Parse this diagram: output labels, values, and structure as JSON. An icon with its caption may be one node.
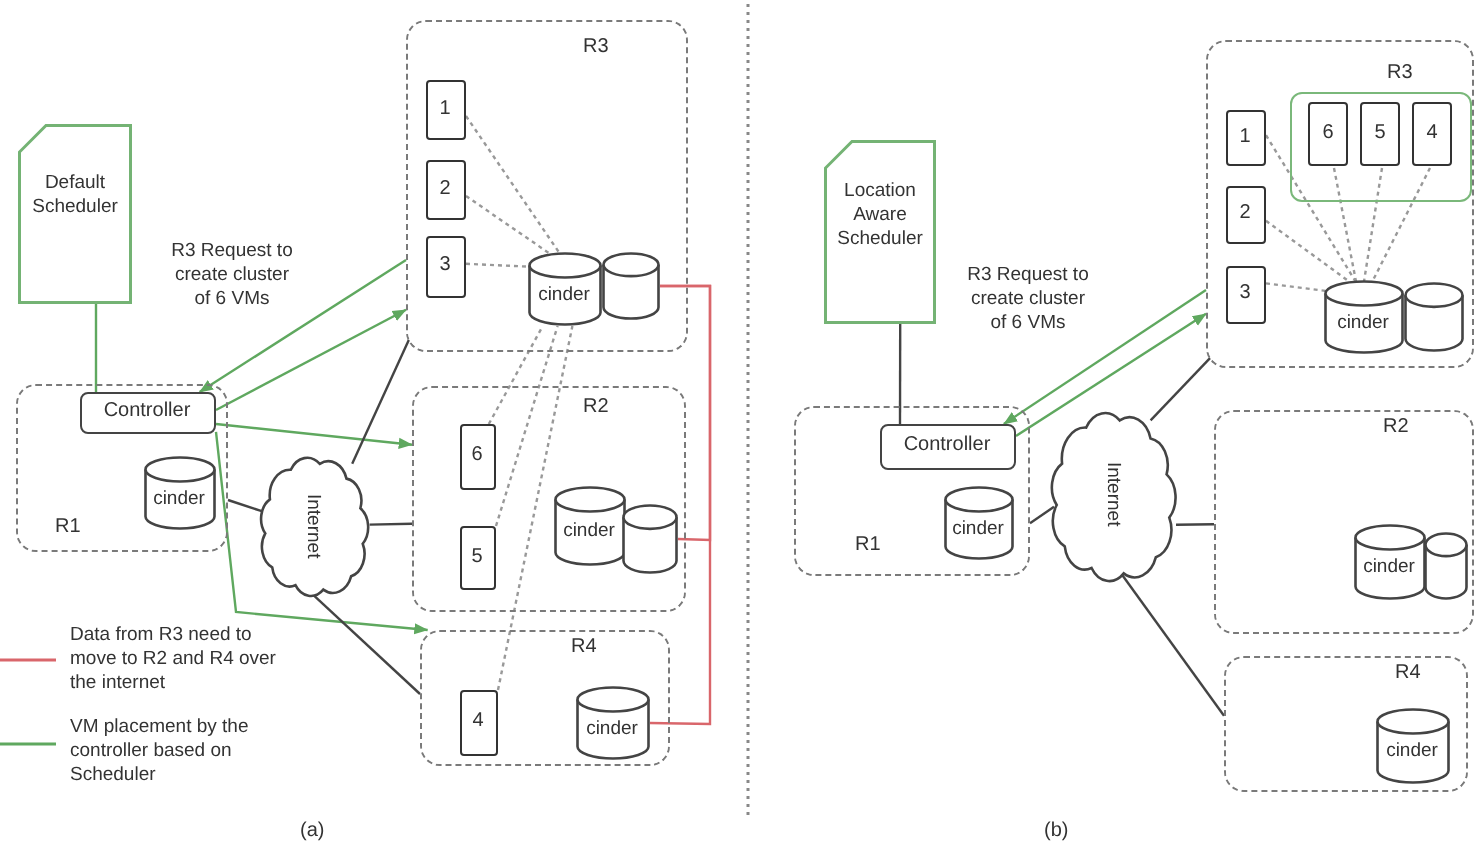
{
  "diagram": {
    "nodes": [
      {
        "text": [
          "Default Scheduler"
        ]
      },
      {
        "text": [
          "R3"
        ]
      },
      {
        "text": [
          "1"
        ],
        "in": 1
      },
      {
        "text": [
          "2"
        ],
        "in": 1
      },
      {
        "text": [
          "3"
        ],
        "in": 1
      },
      {
        "text": [
          "cinder"
        ],
        "in": 1
      },
      {
        "text": [],
        "shape": "cylinder",
        "in": 1
      },
      {
        "text": [
          "R1"
        ]
      },
      {
        "text": [
          "Controller"
        ],
        "in": 7
      },
      {
        "text": [
          "cinder"
        ],
        "in": 7
      },
      {
        "text": [
          "Internet"
        ]
      },
      {
        "text": [
          "R2"
        ]
      },
      {
        "text": [
          "6"
        ],
        "in": 11
      },
      {
        "text": [
          "5"
        ],
        "in": 11
      },
      {
        "text": [
          "cinder"
        ],
        "in": 11
      },
      {
        "text": [],
        "shape": "cylinder",
        "in": 11
      },
      {
        "text": [
          "R4"
        ]
      },
      {
        "text": [
          "4"
        ],
        "in": 16
      },
      {
        "text": [
          "cinder"
        ],
        "in": 16
      },
      {
        "text": [
          "Location Aware Scheduler"
        ]
      },
      {
        "text": [
          "R3"
        ]
      },
      {
        "text": [],
        "shape": "box",
        "in": 20
      },
      {
        "text": [
          "6"
        ],
        "in": 21
      },
      {
        "text": [
          "5"
        ],
        "in": 21
      },
      {
        "text": [
          "4"
        ],
        "in": 21
      },
      {
        "text": [
          "1"
        ],
        "in": 20
      },
      {
        "text": [
          "2"
        ],
        "in": 20
      },
      {
        "text": [
          "3"
        ],
        "in": 20
      },
      {
        "text": [
          "cinder"
        ],
        "in": 20
      },
      {
        "text": [],
        "shape": "cylinder",
        "in": 20
      },
      {
        "text": [
          "R1"
        ]
      },
      {
        "text": [
          "Controller"
        ],
        "in": 30
      },
      {
        "text": [
          "cinder"
        ],
        "in": 30
      },
      {
        "text": [
          "Internet"
        ]
      },
      {
        "text": [
          "R2"
        ]
      },
      {
        "text": [
          "cinder"
        ],
        "in": 34
      },
      {
        "text": [],
        "shape": "cylinder",
        "in": 34
      },
      {
        "text": [
          "R4"
        ]
      },
      {
        "text": [
          "cinder"
        ],
        "in": 37
      }
    ],
    "edges": [
      {
        "from": 0,
        "to": 8,
        "arrow": "none",
        "color": "#5fa85f"
      },
      {
        "from": 1,
        "to": 8,
        "arrow": "to",
        "label": "R3 Request to create cluster of 6 VMs",
        "color": "#5fa85f"
      },
      {
        "from": 8,
        "to": 1,
        "arrow": "to",
        "color": "#5fa85f"
      },
      {
        "from": 8,
        "to": 11,
        "arrow": "to",
        "color": "#5fa85f"
      },
      {
        "from": 8,
        "to": 16,
        "arrow": "to",
        "color": "#5fa85f"
      },
      {
        "from": 7,
        "to": 10,
        "arrow": "none"
      },
      {
        "from": 10,
        "to": 1,
        "arrow": "none"
      },
      {
        "from": 10,
        "to": 11,
        "arrow": "none"
      },
      {
        "from": 10,
        "to": 16,
        "arrow": "none"
      },
      {
        "from": 2,
        "to": 5,
        "arrow": "none",
        "style": "dashed",
        "color": "#999999"
      },
      {
        "from": 3,
        "to": 5,
        "arrow": "none",
        "style": "dashed",
        "color": "#999999"
      },
      {
        "from": 4,
        "to": 5,
        "arrow": "none",
        "style": "dashed",
        "color": "#999999"
      },
      {
        "from": 12,
        "to": 5,
        "arrow": "none",
        "style": "dashed",
        "color": "#999999"
      },
      {
        "from": 13,
        "to": 5,
        "arrow": "none",
        "style": "dashed",
        "color": "#999999"
      },
      {
        "from": 17,
        "to": 5,
        "arrow": "none",
        "style": "dashed",
        "color": "#999999"
      },
      {
        "from": 6,
        "to": 15,
        "arrow": "none",
        "color": "#d9666b"
      },
      {
        "from": 6,
        "to": 18,
        "arrow": "none",
        "color": "#d9666b"
      },
      {
        "from": 19,
        "to": 31,
        "arrow": "none"
      },
      {
        "from": 20,
        "to": 31,
        "arrow": "to",
        "label": "R3 Request to create cluster of 6 VMs",
        "color": "#5fa85f"
      },
      {
        "from": 31,
        "to": 20,
        "arrow": "to",
        "color": "#5fa85f"
      },
      {
        "from": 30,
        "to": 33,
        "arrow": "none"
      },
      {
        "from": 33,
        "to": 20,
        "arrow": "none"
      },
      {
        "from": 33,
        "to": 34,
        "arrow": "none"
      },
      {
        "from": 33,
        "to": 37,
        "arrow": "none"
      },
      {
        "from": 25,
        "to": 28,
        "arrow": "none",
        "style": "dashed",
        "color": "#999999"
      },
      {
        "from": 26,
        "to": 28,
        "arrow": "none",
        "style": "dashed",
        "color": "#999999"
      },
      {
        "from": 27,
        "to": 28,
        "arrow": "none",
        "style": "dashed",
        "color": "#999999"
      },
      {
        "from": 22,
        "to": 28,
        "arrow": "none",
        "style": "dashed",
        "color": "#999999"
      },
      {
        "from": 23,
        "to": 28,
        "arrow": "none",
        "style": "dashed",
        "color": "#999999"
      },
      {
        "from": 24,
        "to": 28,
        "arrow": "none",
        "style": "dashed",
        "color": "#999999"
      }
    ],
    "labels": [
      "(a)",
      "(b)"
    ],
    "legend": [
      {
        "text": "Data from R3 need to move to R2 and R4 over the internet"
      },
      {
        "text": "VM placement by the controller based on Scheduler"
      }
    ]
  }
}
